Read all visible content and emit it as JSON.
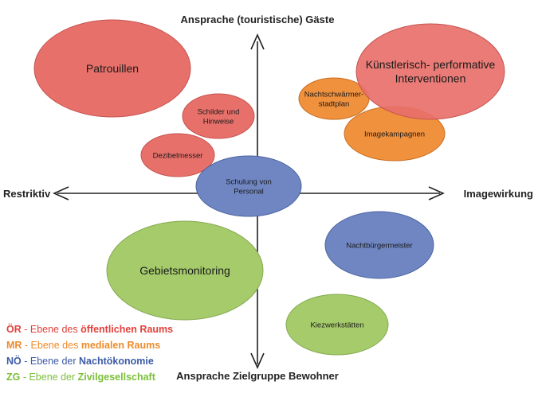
{
  "axes": {
    "top": "Ansprache (touristische) Gäste",
    "bottom": "Ansprache Zielgruppe Bewohner",
    "left": "Restriktiv",
    "right": "Imagewirkung"
  },
  "colors": {
    "red": "#e8706a",
    "orange": "#f0913e",
    "blue": "#6f86c2",
    "green": "#a6cb6b",
    "legend_red": "#e2403b",
    "legend_orange": "#ef8a2a",
    "legend_blue": "#3c5aa6",
    "legend_green": "#7cbf3a"
  },
  "bubbles": [
    {
      "id": "patrouillen",
      "lines": [
        "Patrouillen"
      ],
      "group": "red"
    },
    {
      "id": "kuenstlerisch",
      "lines": [
        "Künstlerisch- performative",
        "Interventionen"
      ],
      "group": "red"
    },
    {
      "id": "schilder",
      "lines": [
        "Schilder und",
        "Hinweise"
      ],
      "group": "red"
    },
    {
      "id": "dezibelmesser",
      "lines": [
        "Dezibelmesser"
      ],
      "group": "red"
    },
    {
      "id": "nachtschwaermer",
      "lines": [
        "Nachtschwärmer-",
        "stadtplan"
      ],
      "group": "orange"
    },
    {
      "id": "imagekampagnen",
      "lines": [
        "Imagekampagnen"
      ],
      "group": "orange"
    },
    {
      "id": "schulung",
      "lines": [
        "Schulung von",
        "Personal"
      ],
      "group": "blue"
    },
    {
      "id": "nachtbuergermeister",
      "lines": [
        "Nachtbürgermeister"
      ],
      "group": "blue"
    },
    {
      "id": "gebietsmonitoring",
      "lines": [
        "Gebietsmonitoring"
      ],
      "group": "green"
    },
    {
      "id": "kiezwerkstaetten",
      "lines": [
        "Kiezwerkstätten"
      ],
      "group": "green"
    }
  ],
  "legend": [
    {
      "code": "ÖR",
      "sep": " - Ebene des ",
      "bold": "öffentlichen Raums",
      "group": "red"
    },
    {
      "code": "MR",
      "sep": " - Ebene des ",
      "bold": "medialen Raums",
      "group": "orange"
    },
    {
      "code": "NÖ",
      "sep": " - Ebene der ",
      "bold": "Nachtökonomie",
      "group": "blue"
    },
    {
      "code": "ZG",
      "sep": " - Ebene der ",
      "bold": "Zivilgesellschaft",
      "group": "green"
    }
  ]
}
